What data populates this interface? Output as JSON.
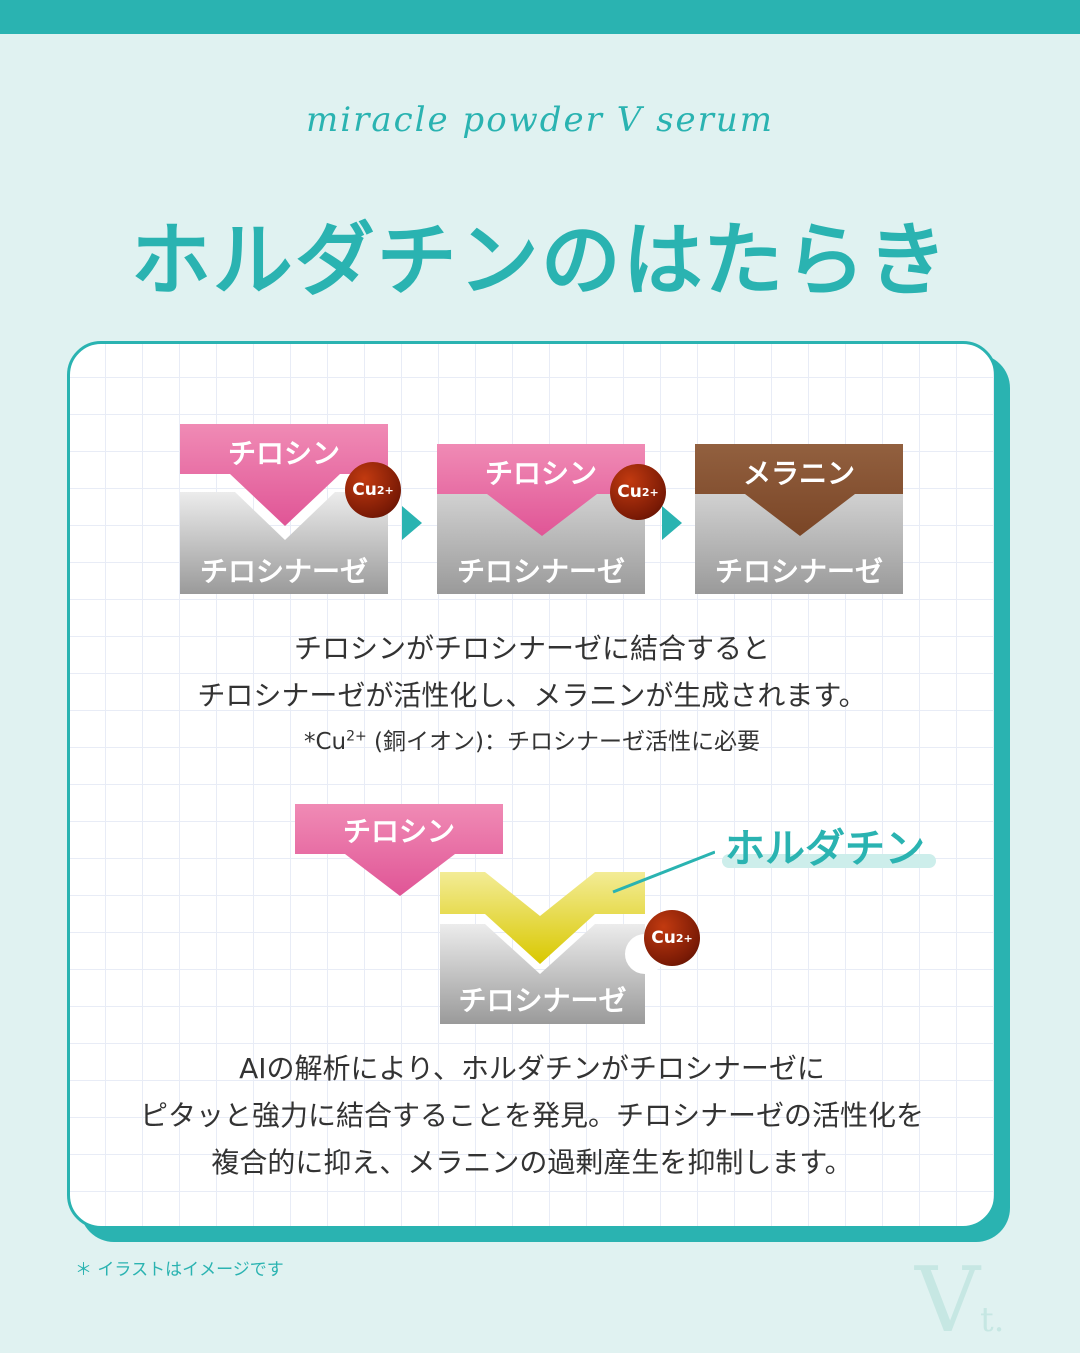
{
  "header": {
    "script_title": "miracle powder V serum",
    "title": "ホルダチンのはたらき"
  },
  "colors": {
    "accent": "#2ab3b1",
    "background": "#e0f2f1",
    "pink": "#e96aa3",
    "brown": "#7f4a2b",
    "yellow": "#e0d21a",
    "gray": "#b0b0b0",
    "copper": "#9a2a0a"
  },
  "diagram1": {
    "steps": [
      {
        "top_label": "チロシン",
        "bottom_label": "チロシナーゼ",
        "ion": "Cu",
        "ion_charge": "2+"
      },
      {
        "top_label": "チロシン",
        "bottom_label": "チロシナーゼ",
        "ion": "Cu",
        "ion_charge": "2+"
      },
      {
        "top_label": "メラニン",
        "bottom_label": "チロシナーゼ"
      }
    ],
    "arrow_icon": "triangle-right-icon"
  },
  "explanation1": {
    "line1": "チロシンがチロシナーゼに結合すると",
    "line2": "チロシナーゼが活性化し、メラニンが生成されます。",
    "note_prefix": "*Cu",
    "note_sup": "2+",
    "note_rest": " (銅イオン)：チロシナーゼ活性に必要"
  },
  "diagram2": {
    "top_label": "チロシン",
    "bottom_label": "チロシナーゼ",
    "inhibitor_label": "ホルダチン",
    "ion": "Cu",
    "ion_charge": "2+"
  },
  "explanation2": {
    "line1": "AIの解析により、ホルダチンがチロシナーゼに",
    "line2": "ピタッと強力に結合することを発見。チロシナーゼの活性化を",
    "line3": "複合的に抑え、メラニンの過剰産生を抑制します。"
  },
  "footer": {
    "note": "＊ イラストはイメージです",
    "logo": "V",
    "logo_suffix": "t."
  }
}
